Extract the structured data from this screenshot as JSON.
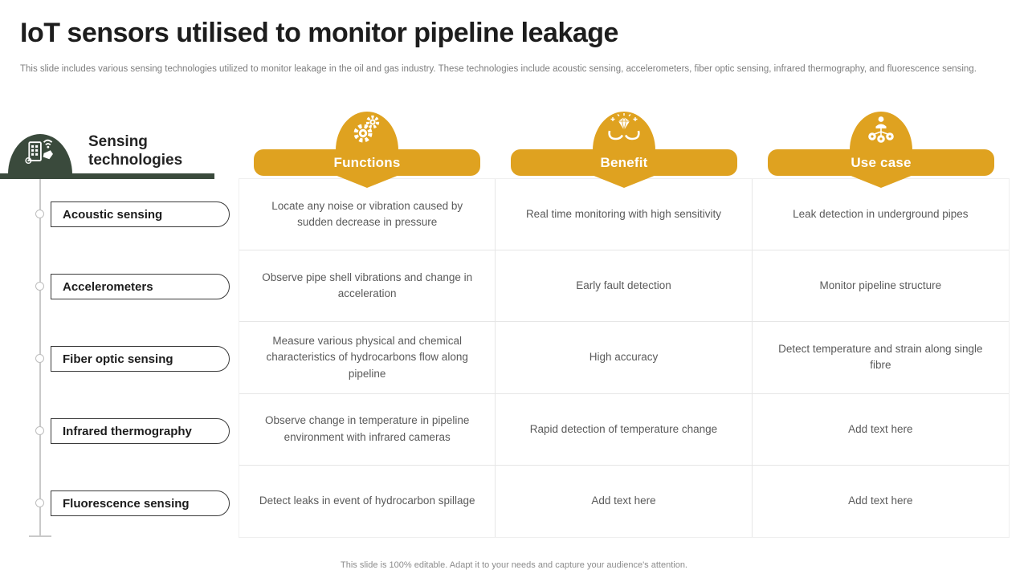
{
  "slide": {
    "title": "IoT sensors utilised to monitor pipeline leakage",
    "subtitle": "This slide includes various sensing technologies utilized to monitor leakage in the oil and gas industry. These technologies include acoustic sensing, accelerometers, fiber optic sensing, infrared thermography, and fluorescence sensing.",
    "footer": "This slide is 100% editable. Adapt it to your needs and capture your audience's attention."
  },
  "colors": {
    "accent_gold": "#DFA220",
    "accent_green": "#3A4A3C",
    "title_text": "#1D1D1D",
    "body_text": "#7E7E7E",
    "cell_text": "#5A5A5A",
    "table_line": "#E6E6E6"
  },
  "sidebar": {
    "heading": "Sensing technologies",
    "icon": "smart-sensor-icon",
    "items": [
      "Acoustic sensing",
      "Accelerometers",
      "Fiber optic sensing",
      "Infrared thermography",
      "Fluorescence sensing"
    ]
  },
  "table": {
    "columns": [
      {
        "label": "Functions",
        "icon": "gears-icon"
      },
      {
        "label": "Benefit",
        "icon": "hands-diamond-icon"
      },
      {
        "label": "Use case",
        "icon": "org-chart-icon"
      }
    ],
    "rows": [
      {
        "technology": "Acoustic sensing",
        "functions": "Locate any noise or vibration caused by sudden decrease in pressure",
        "benefit": "Real time monitoring with high sensitivity",
        "use_case": "Leak detection in underground pipes"
      },
      {
        "technology": "Accelerometers",
        "functions": "Observe pipe shell vibrations and change in acceleration",
        "benefit": "Early fault detection",
        "use_case": "Monitor pipeline structure"
      },
      {
        "technology": "Fiber optic sensing",
        "functions": "Measure various physical and chemical characteristics of hydrocarbons flow along pipeline",
        "benefit": "High accuracy",
        "use_case": "Detect temperature and strain along single fibre"
      },
      {
        "technology": "Infrared thermography",
        "functions": "Observe change in temperature in pipeline environment with infrared cameras",
        "benefit": "Rapid detection of temperature change",
        "use_case": "Add text here"
      },
      {
        "technology": "Fluorescence sensing",
        "functions": "Detect leaks in event of hydrocarbon spillage",
        "benefit": "Add text here",
        "use_case": "Add text here"
      }
    ]
  }
}
